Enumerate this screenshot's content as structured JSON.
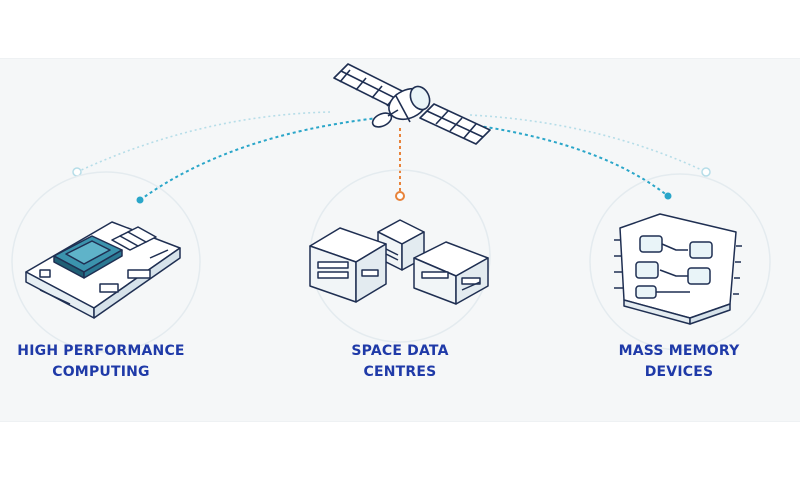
{
  "nodes": [
    {
      "id": "hpc",
      "label_lines": [
        "HIGH PERFORMANCE",
        "COMPUTING"
      ],
      "icon": "circuit-board-icon"
    },
    {
      "id": "sdc",
      "label_lines": [
        "SPACE DATA",
        "CENTRES"
      ],
      "icon": "server-modules-icon"
    },
    {
      "id": "mmd",
      "label_lines": [
        "MASS MEMORY",
        "DEVICES"
      ],
      "icon": "memory-chip-icon"
    }
  ],
  "hub": {
    "icon": "satellite-icon"
  },
  "colors": {
    "label": "#1f3aa8",
    "line_blue": "#2aa6c9",
    "line_orange": "#e8833a",
    "line_light": "#b6dde8",
    "stroke": "#1f2f52",
    "background_band": "#f5f7f8",
    "accent_fill": "#2e8aa8"
  }
}
